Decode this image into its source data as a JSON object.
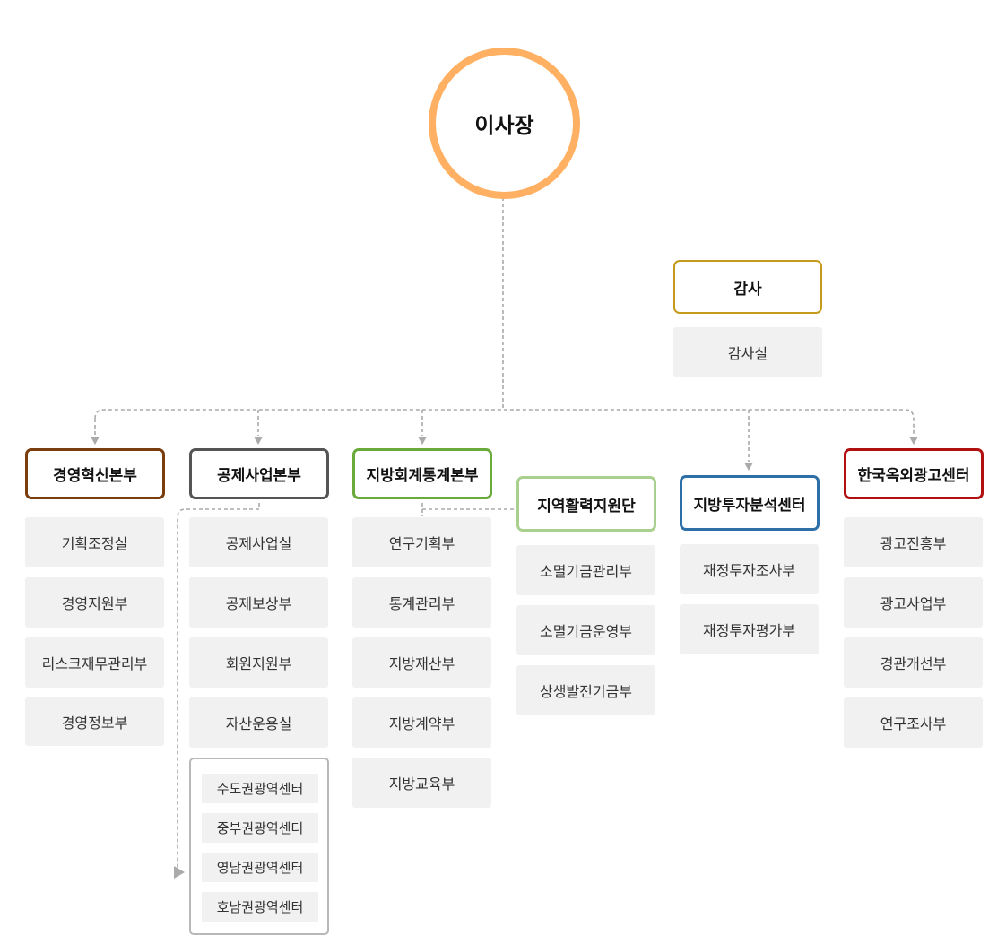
{
  "chairman": "이사장",
  "audit": {
    "title": "감사",
    "office": "감사실"
  },
  "divisions": [
    {
      "title": "경영혁신본부",
      "color": "#7a3d0e",
      "units": [
        "기획조정실",
        "경영지원부",
        "리스크재무관리부",
        "경영정보부"
      ]
    },
    {
      "title": "공제사업본부",
      "color": "#555555",
      "units": [
        "공제사업실",
        "공제보상부",
        "회원지원부",
        "자산운용실"
      ],
      "regional_centers": [
        "수도권광역센터",
        "중부권광역센터",
        "영남권광역센터",
        "호남권광역센터"
      ]
    },
    {
      "title": "지방회계통계본부",
      "color": "#6aaa3a",
      "units": [
        "연구기획부",
        "통계관리부",
        "지방재산부",
        "지방계약부",
        "지방교육부"
      ]
    },
    {
      "title": "지역활력지원단",
      "color": "#a9d08e",
      "units": [
        "소멸기금관리부",
        "소멸기금운영부",
        "상생발전기금부"
      ]
    },
    {
      "title": "지방투자분석센터",
      "color": "#2f6fa8",
      "units": [
        "재정투자조사부",
        "재정투자평가부"
      ]
    },
    {
      "title": "한국옥외광고센터",
      "color": "#b01010",
      "units": [
        "광고진흥부",
        "광고사업부",
        "경관개선부",
        "연구조사부"
      ]
    }
  ],
  "colors": {
    "chairman_ring": "#ffb062",
    "audit_border": "#c59a1a",
    "connector": "#aaaaaa",
    "unit_bg": "#f1f1f1"
  }
}
